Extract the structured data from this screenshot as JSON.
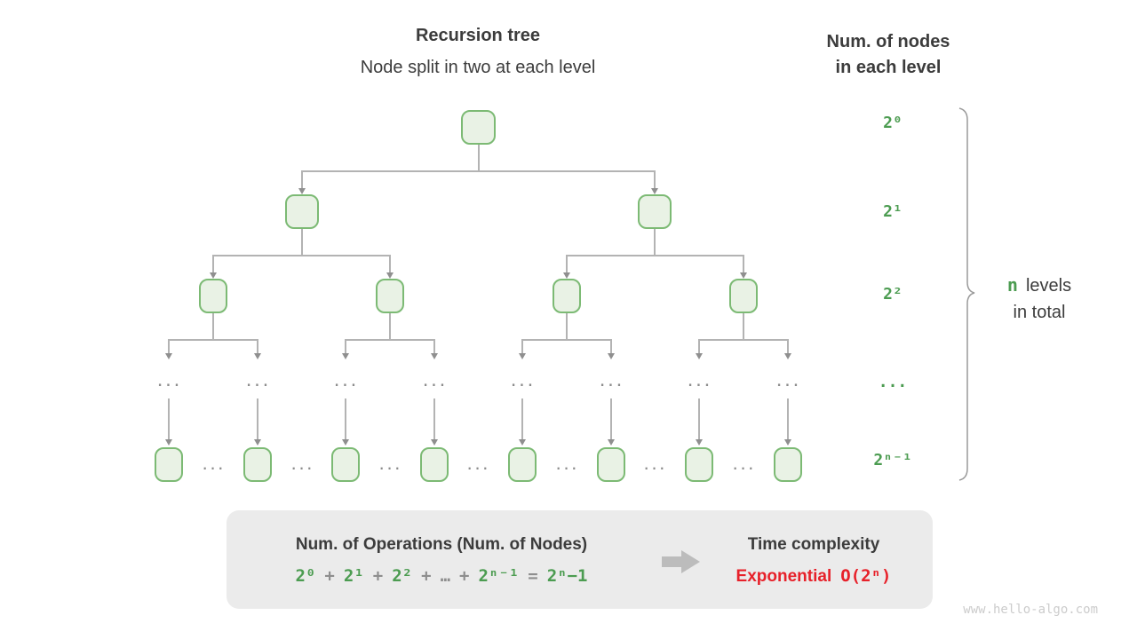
{
  "header": {
    "title": "Recursion tree",
    "subtitle": "Node split in two at each level",
    "right_title_line1": "Num. of nodes",
    "right_title_line2": "in each level"
  },
  "tree": {
    "ellipsis": "..."
  },
  "level_labels": [
    "2⁰",
    "2¹",
    "2²",
    "...",
    "2ⁿ⁻¹"
  ],
  "brace_label": {
    "n": "n",
    "levels": "levels",
    "line2": "in total"
  },
  "summary_box": {
    "left_title": "Num. of Operations (Num. of Nodes)",
    "formula_tokens": [
      {
        "text": "2⁰"
      },
      {
        "text": "+"
      },
      {
        "text": "2¹"
      },
      {
        "text": "+"
      },
      {
        "text": "2²"
      },
      {
        "text": "+"
      },
      {
        "text": "…"
      },
      {
        "text": "+"
      },
      {
        "text": "2ⁿ⁻¹"
      },
      {
        "text": "="
      },
      {
        "text": "2ⁿ−1"
      }
    ],
    "right_title": "Time complexity",
    "complexity_word": "Exponential",
    "complexity_big_o": "O(2ⁿ)"
  },
  "watermark": "www.hello-algo.com",
  "colors": {
    "green": "#4c9c51",
    "red": "#e7212a",
    "node_fill": "#e9f2e5",
    "node_border": "#7cba74",
    "connector_gray": "#b3b3b3",
    "text_dark": "#3c3c3c",
    "box_bg": "#ebebeb"
  }
}
